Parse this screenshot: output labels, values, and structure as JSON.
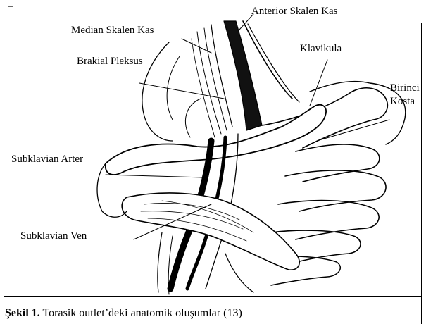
{
  "figure": {
    "labels": {
      "anterior_skalen": "Anterior Skalen Kas",
      "median_skalen": "Median Skalen Kas",
      "brakial_pleksus": "Brakial Pleksus",
      "klavikula": "Klavikula",
      "birinci": "Birinci",
      "kosta": "Kosta",
      "subklavian_arter": "Subklavian Arter",
      "subklavian_ven": "Subklavian Ven"
    },
    "corner_mark": "–"
  },
  "caption": {
    "number": "Şekil 1.",
    "text": " Torasik outlet’deki anatomik oluşumlar (13)"
  }
}
